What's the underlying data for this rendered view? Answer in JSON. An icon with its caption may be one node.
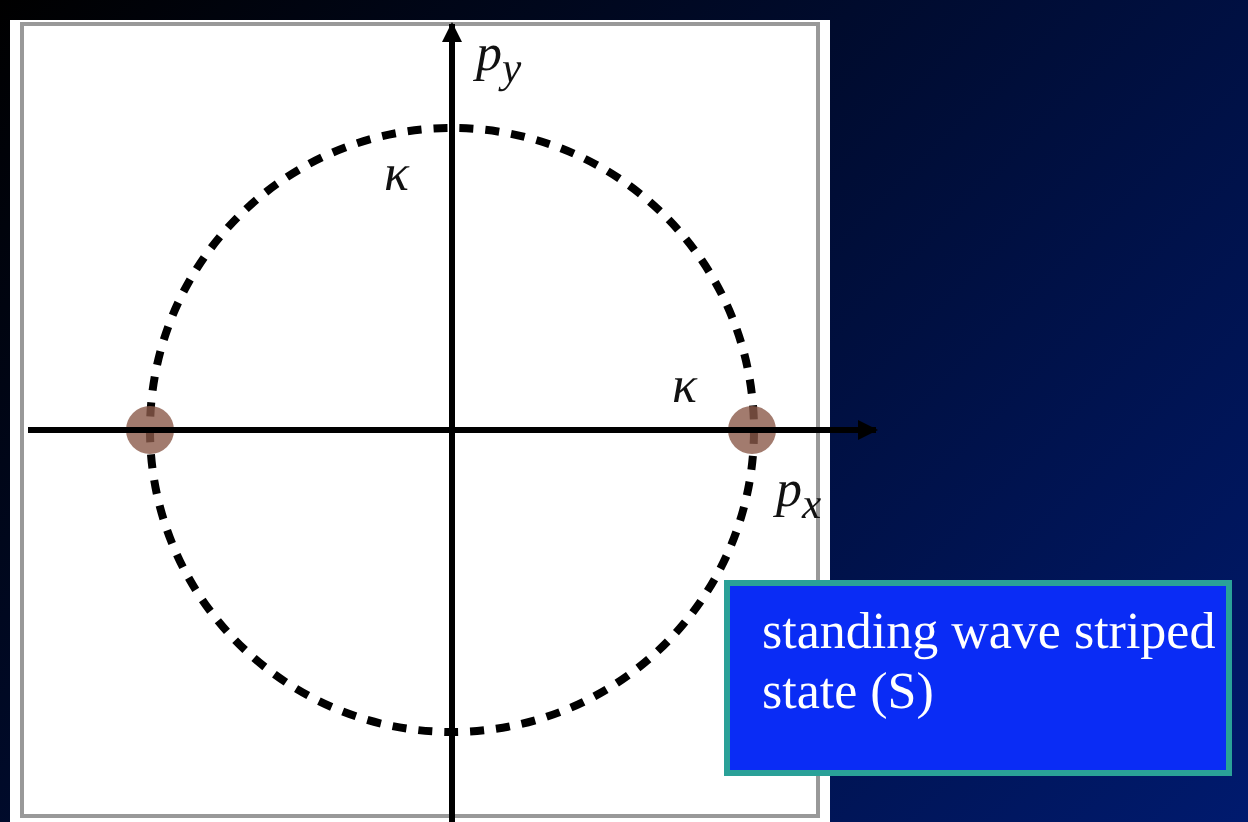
{
  "diagram": {
    "nodes": [
      {
        "text": [
          "standing wave striped state (S)"
        ]
      }
    ],
    "labels": [
      "*p*$_{y}$",
      "κ",
      "κ",
      "*p*$_{x}$"
    ]
  }
}
